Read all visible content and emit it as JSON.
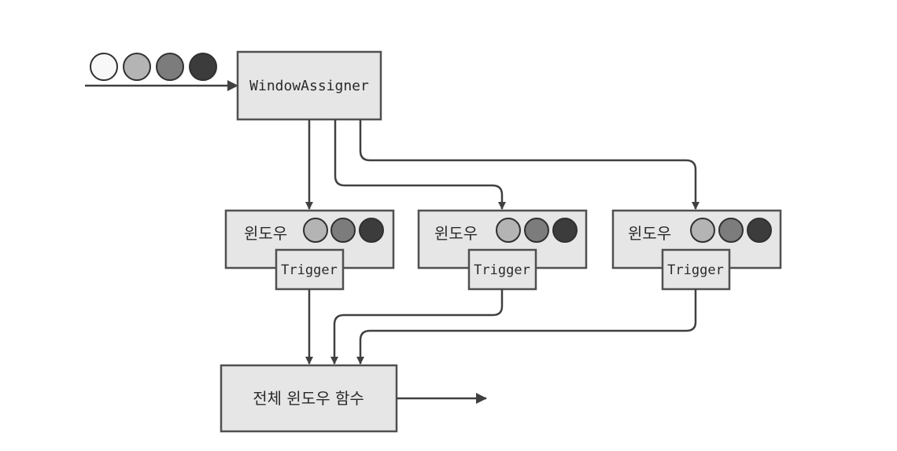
{
  "input": {
    "event_colors": [
      "#f8f8f8",
      "#b4b4b4",
      "#7c7c7c",
      "#3c3c3c"
    ]
  },
  "assigner": {
    "label": "WindowAssigner"
  },
  "windows": [
    {
      "label": "윈도우",
      "trigger_label": "Trigger",
      "element_colors": [
        "#b4b4b4",
        "#7c7c7c",
        "#3c3c3c"
      ]
    },
    {
      "label": "윈도우",
      "trigger_label": "Trigger",
      "element_colors": [
        "#b4b4b4",
        "#7c7c7c",
        "#3c3c3c"
      ]
    },
    {
      "label": "윈도우",
      "trigger_label": "Trigger",
      "element_colors": [
        "#b4b4b4",
        "#7c7c7c",
        "#3c3c3c"
      ]
    }
  ],
  "function": {
    "label": "전체 윈도우 함수"
  },
  "colors": {
    "box_fill": "#e6e6e6",
    "box_stroke": "#505050",
    "arrow": "#404040",
    "text": "#2a2a2a"
  }
}
